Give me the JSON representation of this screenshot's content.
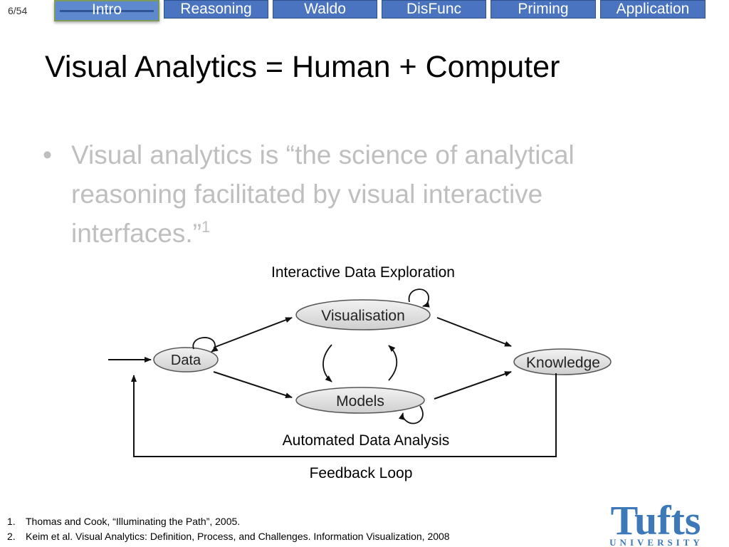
{
  "slide_counter": "6/54",
  "nav": {
    "tabs": [
      {
        "label": "Intro",
        "active": true
      },
      {
        "label": "Reasoning",
        "active": false
      },
      {
        "label": "Waldo",
        "active": false
      },
      {
        "label": "DisFunc",
        "active": false
      },
      {
        "label": "Priming",
        "active": false
      },
      {
        "label": "Application",
        "active": false
      }
    ]
  },
  "title": "Visual Analytics = Human + Computer",
  "bullet": {
    "text": "Visual analytics is “the science of analytical reasoning facilitated by visual interactive interfaces.”",
    "superscript": "1"
  },
  "diagram": {
    "top_label": "Interactive Data Exploration",
    "nodes": {
      "data": "Data",
      "visualisation": "Visualisation",
      "models": "Models",
      "knowledge": "Knowledge"
    },
    "bottom_label": "Automated Data Analysis",
    "feedback_label": "Feedback Loop"
  },
  "footnotes": [
    {
      "num": "1.",
      "text": "Thomas and Cook, “Illuminating the Path”, 2005."
    },
    {
      "num": "2.",
      "text": "Keim et al. Visual Analytics: Definition, Process, and Challenges. Information Visualization, 2008"
    }
  ],
  "logo": {
    "word": "Tufts",
    "sub": "UNIVERSITY",
    "color": "#3d78b8"
  }
}
